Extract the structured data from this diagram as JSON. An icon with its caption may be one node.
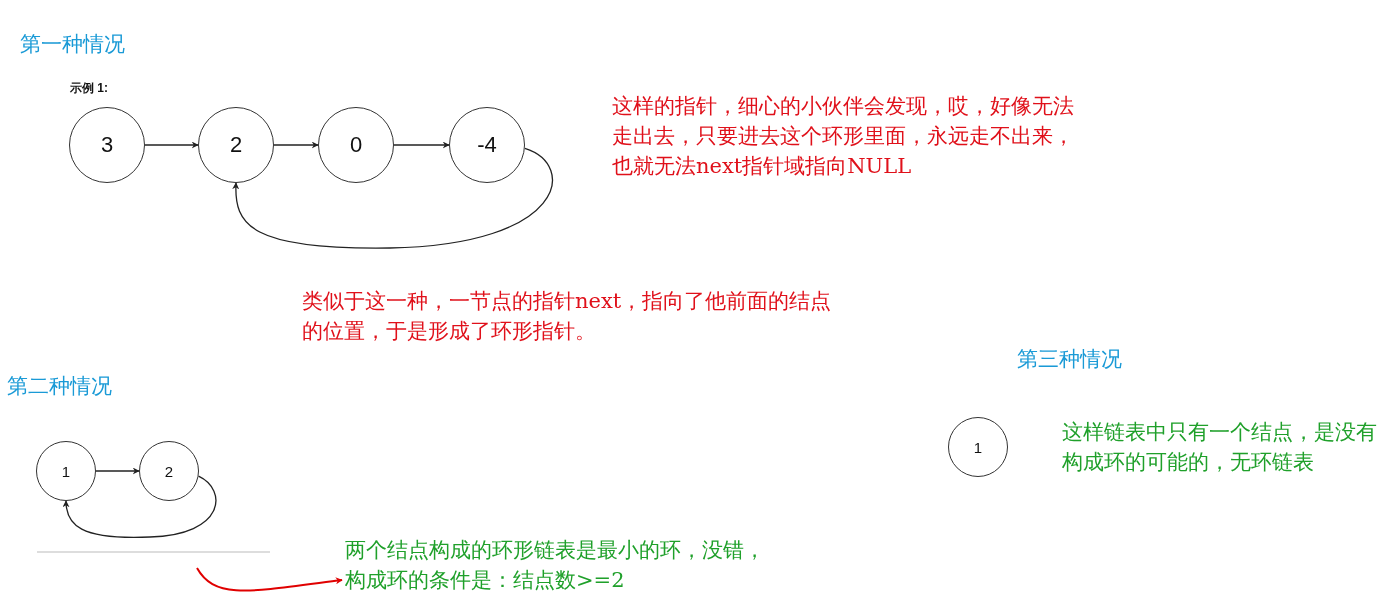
{
  "diagram": {
    "nodes": [
      {
        "text": [
          "3"
        ]
      },
      {
        "text": [
          "2"
        ]
      },
      {
        "text": [
          "0"
        ]
      },
      {
        "text": [
          "-4"
        ]
      },
      {
        "text": [
          "1"
        ]
      },
      {
        "text": [
          "2"
        ]
      },
      {
        "text": [
          "1"
        ]
      },
      {
        "text": [
          "两个结点构成的环形链表是最小的环，没错，构成环的条件是：结点数>=2"
        ]
      }
    ],
    "edges": [
      {
        "from": 0,
        "to": 1,
        "arrow": "to"
      },
      {
        "from": 1,
        "to": 2,
        "arrow": "to"
      },
      {
        "from": 2,
        "to": 3,
        "arrow": "to"
      },
      {
        "from": 3,
        "to": 1,
        "arrow": "to"
      },
      {
        "from": 4,
        "to": 5,
        "arrow": "to"
      },
      {
        "from": 5,
        "to": 4,
        "arrow": "to"
      },
      {
        "from": null,
        "to": 7,
        "arrow": "to",
        "color": "#e00000"
      }
    ],
    "labels": [
      "第一种情况",
      "示例 1:",
      "这样的指针，细心的小伙伴会发现，哎，好像无法走出去，只要进去这个环形里面，永远走不出来，也就无法next指针域指向NULL",
      "类似于这一种，一节点的指针next，指向了他前面的结点的位置，于是形成了环形指针。",
      "第三种情况",
      "第二种情况",
      "这样链表中只有一个结点，是没有构成环的可能的，无环链表"
    ]
  }
}
